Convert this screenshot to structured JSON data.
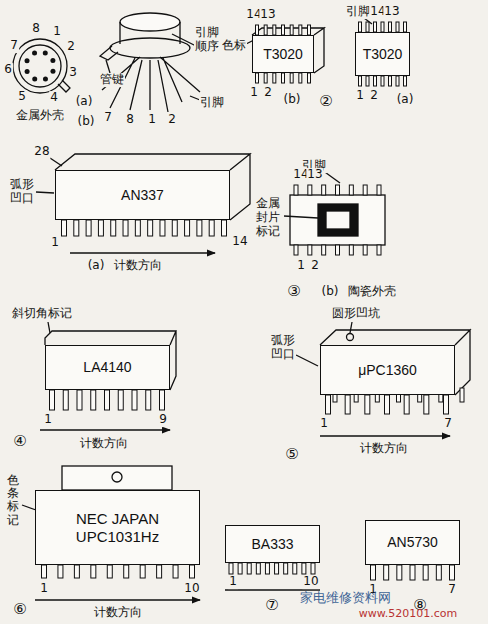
{
  "diagram": {
    "nodes": [
      {
        "text": [
          "T3020"
        ]
      },
      {
        "text": [
          "T3020"
        ]
      },
      {
        "text": [
          "AN337"
        ]
      },
      {
        "text": [
          "LA4140"
        ]
      },
      {
        "text": [
          "μPC1360"
        ]
      },
      {
        "text": [
          "NEC JAPAN",
          "UPC1031Hz"
        ]
      },
      {
        "text": [
          "BA333"
        ]
      },
      {
        "text": [
          "AN5730"
        ]
      }
    ],
    "labels": [
      "8",
      "1",
      "7",
      "2",
      "6",
      "3",
      "5",
      "4",
      "(a)",
      "金属外壳",
      "管键",
      "引脚顺序",
      "引脚",
      "7",
      "8",
      "1",
      "2",
      "(b)",
      "14",
      "13",
      "色标",
      "1",
      "2",
      "(b)",
      "引脚",
      "14",
      "13",
      "1",
      "2",
      "(a)",
      "②",
      "28",
      "弧形凹口",
      "1",
      "14",
      "(a)",
      "计数方向",
      "引脚",
      "14",
      "13",
      "金属封片标记",
      "1",
      "2",
      "(b)",
      "陶瓷外壳",
      "③",
      "斜切角标记",
      "1",
      "9",
      "计数方向",
      "④",
      "圆形凹坑",
      "弧形凹口",
      "1",
      "7",
      "计数方向",
      "⑤",
      "色条标记",
      "1",
      "10",
      "计数方向",
      "⑥",
      "1",
      "10",
      "⑦",
      "1",
      "7",
      "⑧",
      "家电维修资料网",
      "www.520101.com"
    ]
  }
}
